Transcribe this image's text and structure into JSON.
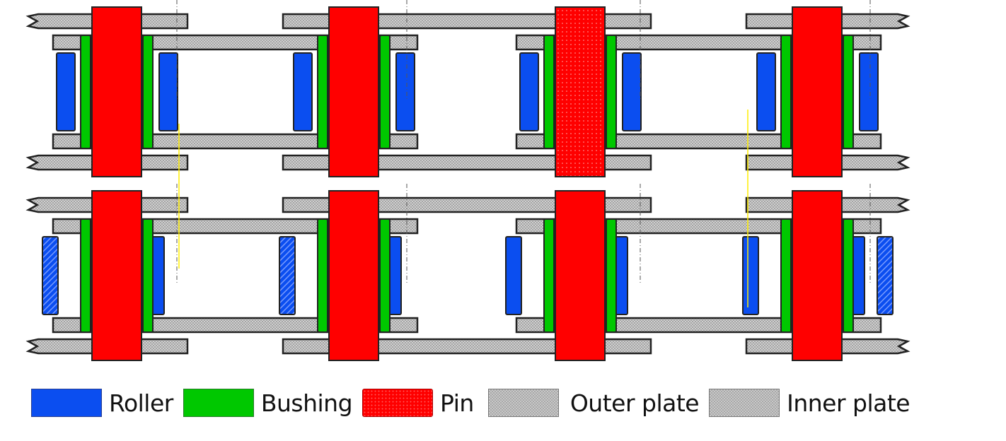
{
  "diagram": {
    "title": "Roller chain cross-section (two states)",
    "colors": {
      "roller": "#0b4ef0",
      "bushing": "#00c800",
      "pin": "#ff0000",
      "plate_fill": "#c8c8c8",
      "plate_hatch": "#a9a9a9",
      "outline": "#222222",
      "guide_line": "#ffee00"
    },
    "rows": [
      {
        "name": "upper-chain",
        "state": "straight"
      },
      {
        "name": "lower-chain",
        "state": "offset-rollers"
      }
    ],
    "pin_count_per_row": 4
  },
  "legend": {
    "items": [
      {
        "key": "roller",
        "label": "Roller"
      },
      {
        "key": "bushing",
        "label": "Bushing"
      },
      {
        "key": "pin",
        "label": "Pin"
      },
      {
        "key": "outer_plate",
        "label": "Outer plate"
      },
      {
        "key": "inner_plate",
        "label": "Inner plate"
      }
    ]
  }
}
